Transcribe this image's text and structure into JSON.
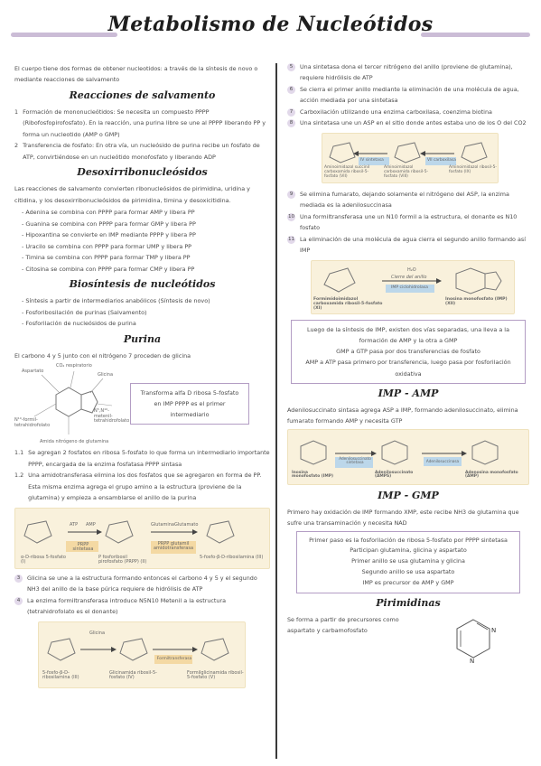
{
  "title": "Metabolismo de Nucleótidos",
  "colors": {
    "accent": "#cdbfd8",
    "highlight": "#dcd2e4",
    "figure_bg": "#f9f1dc"
  },
  "left": {
    "intro": "El cuerpo tiene dos formas de obtener nucleotidos: a través de la síntesis de novo o mediante reacciones de salvamento",
    "salvamento_header": "Reacciones de salvamento",
    "salvamento_items": [
      {
        "n": "1",
        "text": "Formación de mononucleótidos: Se necesita un compuesto PPPP (Ribofosfopirofosfato). En la reacción, una purina libre se une al PPPP liberando PP y forma un nucleotido (AMP o GMP)"
      },
      {
        "n": "2",
        "text": "Transferencia de fosfato: En otra vía, un nucleósido de purina recibe un fosfato de ATP, convirtiéndose en un nucleótido monofosfato y liberando ADP"
      }
    ],
    "desoxi_header": "Desoxirribonucleósidos",
    "desoxi_intro": "Las reacciones de salvamento convierten ribonucleósidos de pirimidina, uridina y citidina, y los desoxirribonucleósidos de pirimidina, timina y desoxicitidina.",
    "desoxi_list": [
      "- Adenina se combina con PPPP para formar AMP y libera PP",
      "- Guanina se combina con PPPP para formar GMP y libera PP",
      "- Hipoxantina se convierte en IMP mediante PPPP y libera PP",
      "- Uracilo se combina con PPPP para formar UMP y libera PP",
      "- Timina se combina con PPPP para formar TMP y libera PP",
      "- Citosina se combina con PPPP para formar CMP y libera PP"
    ],
    "biosint_header": "Biosíntesis de nucleótidos",
    "biosint_list": [
      "- Síntesis a partir de intermediarios anabólicos (Síntesis de novo)",
      "- Fosforibosilación de purinas (Salvamento)",
      "- Fosforilación de nucleósidos de purina"
    ],
    "purina_header": "Purina",
    "purina_intro": "El carbono 4 y 5 junto con el nitrógeno 7 proceden de glicina",
    "purina_box": "Transforma alfa D ribosa 5-fosfato en IMP PPPP es el primer intermediario",
    "purina_fig_labels": [
      "Aspartato",
      "CO₂ respiratorio",
      "Glicina",
      "N¹⁰-formil-tetrahidrofolato",
      "N⁵,N¹⁰-metenil-tetrahidrofolato",
      "Amida nitrógeno de glutamina"
    ],
    "steps": [
      {
        "n": "1.1",
        "text": "Se agregan 2 fosfatos en ribosa 5-fosfato lo que forma un intermediario importante PPPP, encargada de la enzima fosfatasa PPPP sintasa"
      },
      {
        "n": "1.2",
        "text": "Una amidotransferasa elimina los dos fosfatos que se agregaron en forma de PP. Esta misma enzima agrega el grupo amino a la estructura (proviene de la glutamina) y empieza a ensamblarse el anillo de la purina"
      }
    ],
    "fig1_labels": [
      "α-D-ribosa 5-fosfato (I)",
      "P fosforibosil pirofosfato (PRPP) (II)",
      "5-fosfo-β-D-ribosilamina (III)",
      "PRPP sintetasa",
      "PRPP glutamil amidotransferasa",
      "ATP",
      "AMP",
      "Glutamina",
      "Glutamato"
    ],
    "steps2": [
      {
        "n": "3",
        "text": "Glicina se une a la estructura formando entonces el carbono 4 y 5 y el segundo NH3 del anillo de la base púrica requiere de hidrólisis de ATP"
      },
      {
        "n": "4",
        "text": "La enzima formiltransferasa introduce N5N10 Metenil a la estructura (tetrahidrofolato es el donante)"
      }
    ],
    "fig2_labels": [
      "5-fosfo-β-D-ribosilamina (III)",
      "Glicinamida ribosil-5-fosfato (IV)",
      "Formilglicinamida ribosil-5-fosfato (V)",
      "Formiltransferasa",
      "Glicina"
    ]
  },
  "right": {
    "steps": [
      {
        "n": "5",
        "text": "Una sintetasa dona el tercer nitrógeno del anillo (proviene de glutamina), requiere hidrólisis de ATP"
      },
      {
        "n": "6",
        "text": "Se cierra el primer anillo mediante la eliminación de una molécula de agua, acción mediada por una sintetasa"
      },
      {
        "n": "7",
        "text": "Carboxilación utilizando una enzima carboxilasa, coenzima biotina"
      },
      {
        "n": "8",
        "text": "Una sintetasa une un ASP en el sitio donde antes estaba uno de los O del CO2"
      }
    ],
    "fig3_labels": [
      "Aminoimidazol succinil carboxamida ribosil-5-fosfato (VII)",
      "Aminoimidazol carboxamida ribosil-5-fosfato (VIII)",
      "Aminoimidazol ribosil-5-fosfato (IX)",
      "IV sintetasa",
      "VII carboxilasa"
    ],
    "steps2": [
      {
        "n": "9",
        "text": "Se elimina fumarato, dejando solamente el nitrógeno del ASP, la enzima mediada es la adenilosuccinasa"
      },
      {
        "n": "10",
        "text": "Una formiltransferasa une un N10 formil a la estructura, el donante es N10 fosfato"
      },
      {
        "n": "11",
        "text": "La eliminación de una molécula de agua cierra el segundo anillo formando así IMP"
      }
    ],
    "fig4_labels": [
      "Formimidoimidazol carboxamida ribosil-5-fosfato (XI)",
      "Inosina monofosfato (IMP) (XII)",
      "Cierre del anillo",
      "IMP ciclohidrolasa",
      "H₂O"
    ],
    "imp_box": [
      "Luego de la síntesis de IMP, existen dos vías separadas, una lleva a la formación de AMP y la otra a GMP",
      "GMP a GTP pasa por dos transferencias de fosfato",
      "AMP a ATP pasa primero por transferencia, luego pasa por fosforilación oxidativa"
    ],
    "imp_amp_header": "IMP - AMP",
    "imp_amp_text": "Adenilosuccinato sintasa agrega ASP a IMP, formando adenilosuccinato, elimina fumarato formando AMP y necesita GTP",
    "fig5_labels": [
      "Inosina monofosfato (IMP)",
      "Adenilosuccinato (AMPS)",
      "Adenosina monofosfato (AMP)",
      "Adenilosuccinato sintetasa",
      "Adenilosuccinasa"
    ],
    "imp_gmp_header": "IMP - GMP",
    "imp_gmp_text": "Primero hay oxidación de IMP formando XMP, este recibe NH3 de glutamina que sufre una transaminación y necesita NAD",
    "gmp_box": [
      "Primer paso es la fosforilación de ribosa 5-fosfato por PPPP sintetasa",
      "Participan glutamina, glicina y aspartato",
      "Primer anillo se usa glutamina y glicina",
      "Segundo anillo se usa aspartato",
      "IMP es precursor de AMP y GMP"
    ],
    "pirimidinas_header": "Pirimidinas",
    "pirimidinas_text": "Se forma a partir de precursores como aspartato y carbamofosfato",
    "pyr_atoms": [
      "N",
      "N"
    ]
  }
}
